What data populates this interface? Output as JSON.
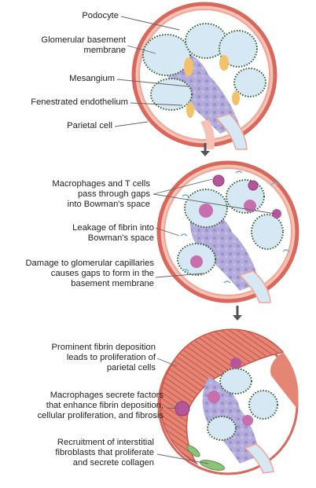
{
  "panel1": {
    "labels": [
      "Podocyte",
      "Glomerular basement\nmembrane",
      "Mesangium",
      "Fenestrated endothelium",
      "Parietal cell"
    ]
  },
  "panel2": {
    "labels": [
      "Macrophages and T cells\npass through gaps\ninto Bowman's space",
      "Leakage of fibrin into\nBowman's space",
      "Damage to glomerular capillaries\ncauses gaps to form in the\nbasement membrane"
    ]
  },
  "panel3": {
    "labels": [
      "Prominent fibrin deposition\nleads to proliferation of\nparietal cells",
      "Macrophages secrete factors\nthat enhance fibrin deposition,\ncellular proliferation, and fibrosis",
      "Recruitment of interstitial\nfibroblasts that proliferate\nand secrete collagen"
    ]
  },
  "colors": {
    "capsule": "#e07a6e",
    "capsule_light": "#f3b4a6",
    "capillary_lumen": "#d5e8f3",
    "mesangium": "#a9a3d6",
    "podocyte": "#f2c16a",
    "gbm_dots": "#3b6b3a",
    "macrophage": "#b5559a",
    "fibrin": "#7fb5d7",
    "fibroblast": "#8cc27a",
    "arrow": "#555555"
  }
}
